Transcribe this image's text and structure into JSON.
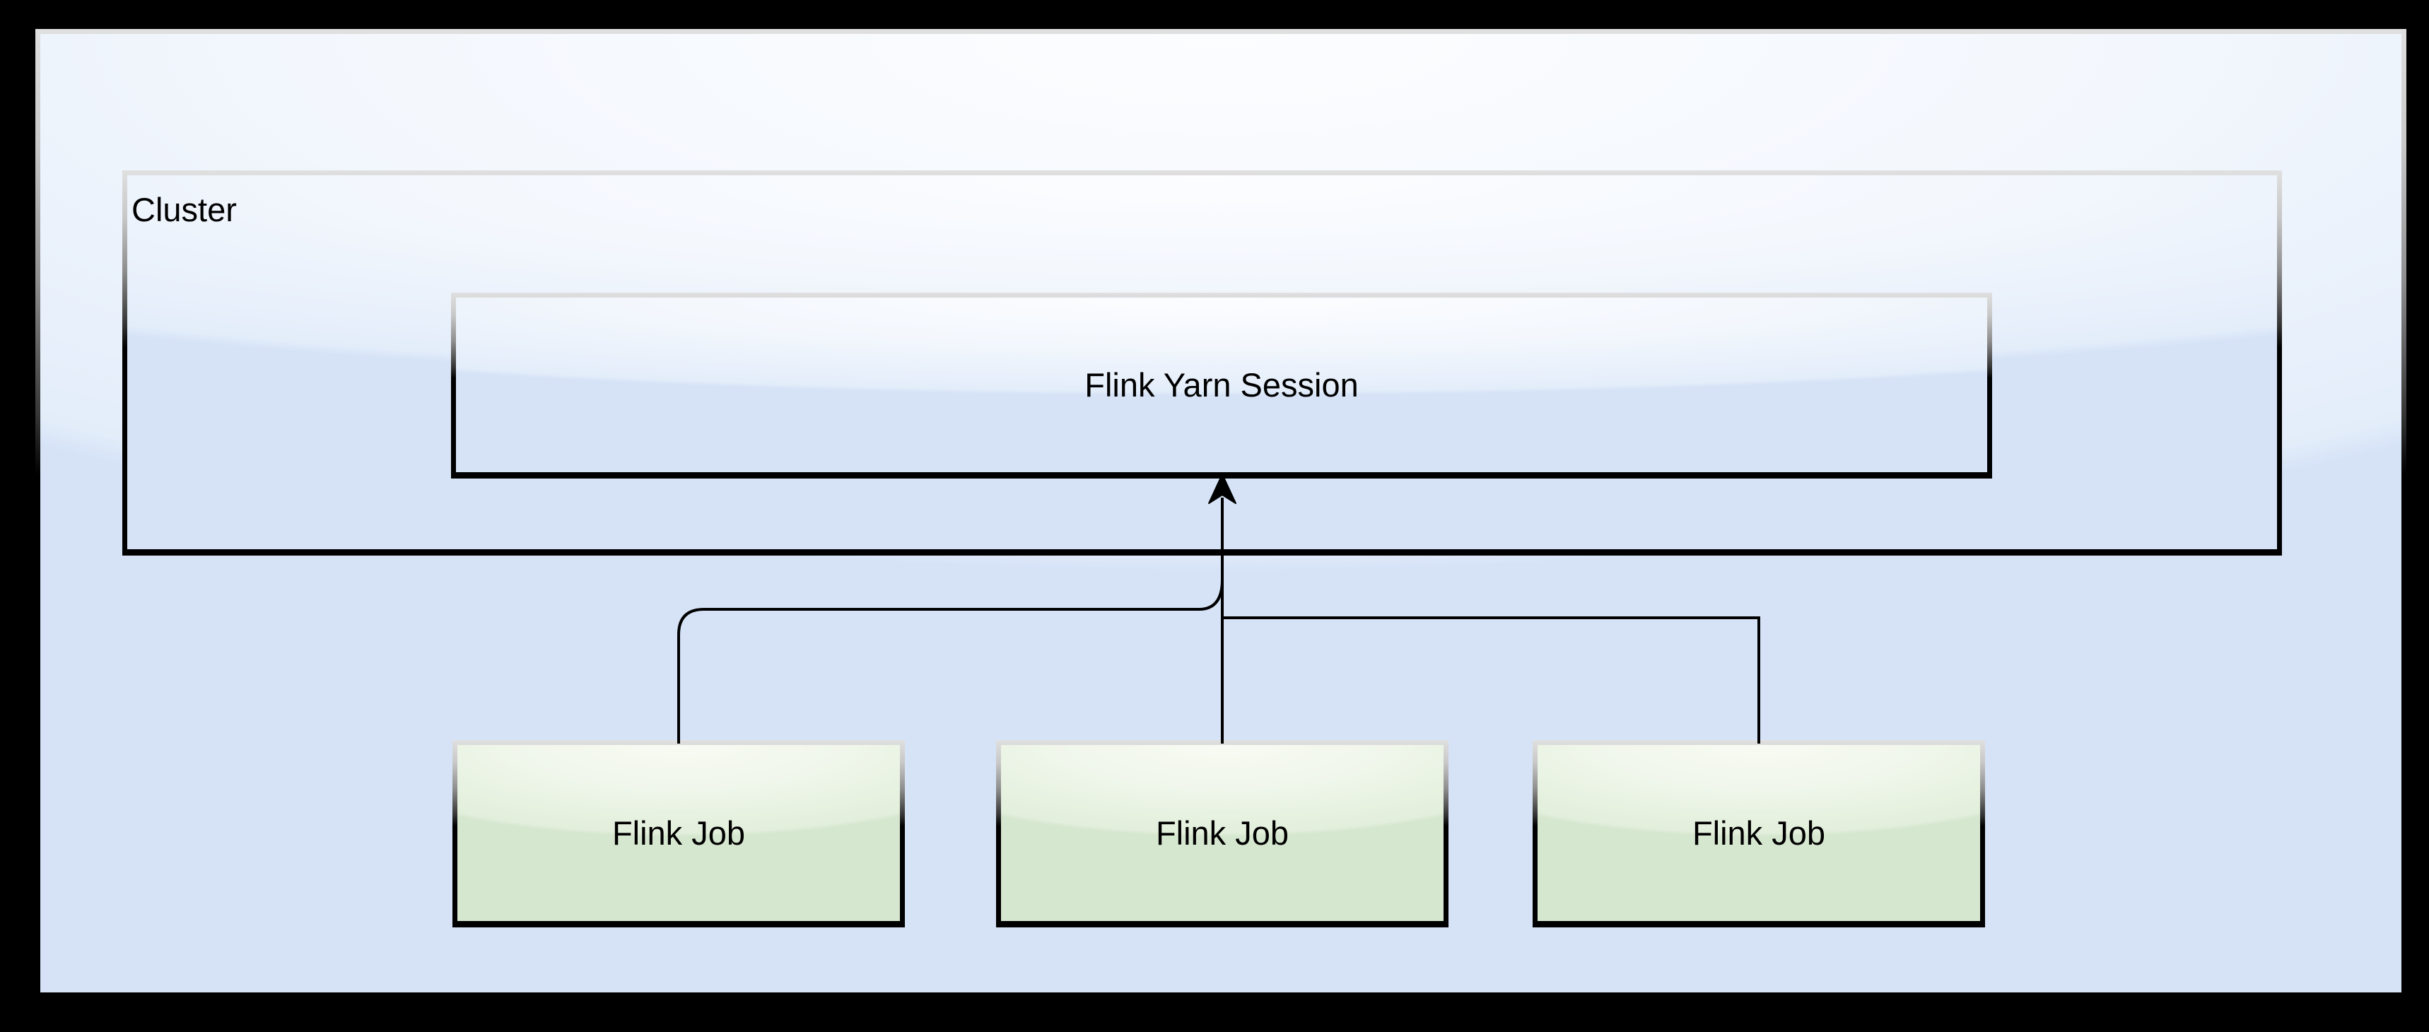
{
  "diagram": {
    "cluster": {
      "label": "Cluster"
    },
    "session": {
      "label": "Flink Yarn Session"
    },
    "jobs": [
      {
        "label": "Flink Job"
      },
      {
        "label": "Flink Job"
      },
      {
        "label": "Flink Job"
      }
    ]
  },
  "colors": {
    "frame_background": "#000000",
    "canvas_blue_base": "#d6e3f7",
    "canvas_highlight": "#fcfdff",
    "node_green_base": "#d6e7d0",
    "node_green_highlight": "#f8fbf4",
    "bevel_gray": "#e0e0e0",
    "border_black": "#000000",
    "connector_black": "#000000",
    "text_black": "#000000"
  }
}
